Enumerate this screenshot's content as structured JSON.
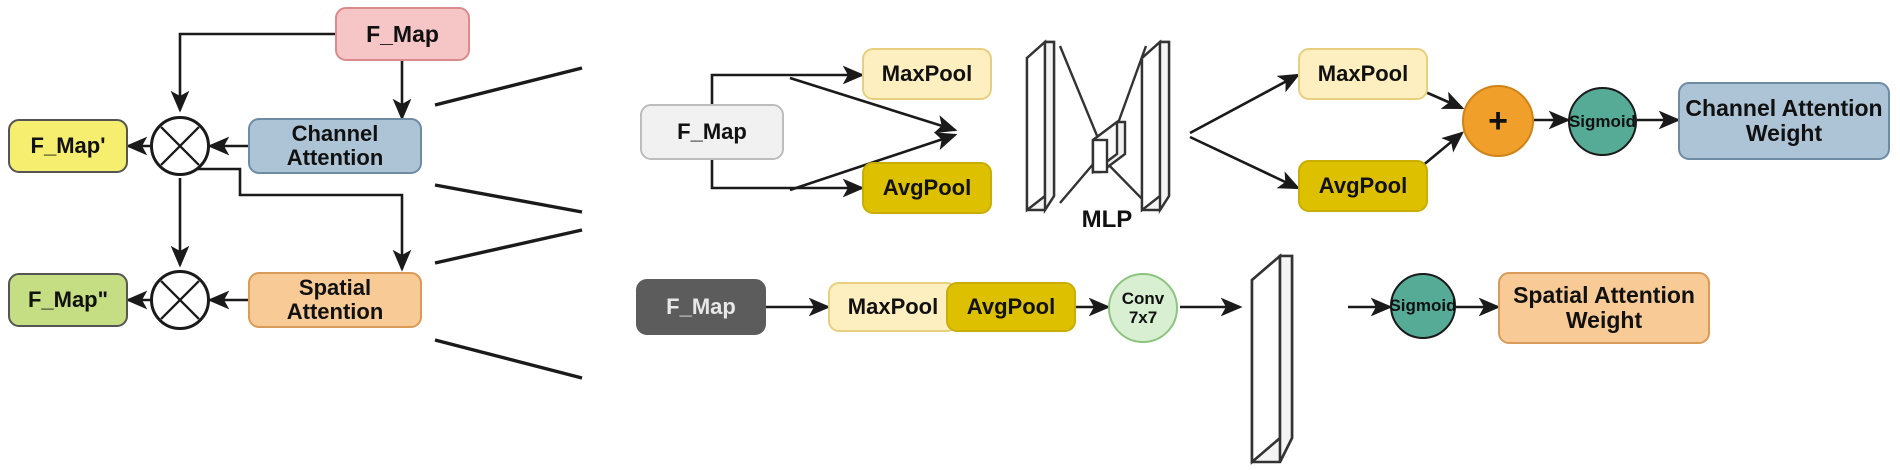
{
  "diagram": {
    "title": "CBAM Attention Module Architecture",
    "overview": {
      "fmap_in": "F_Map",
      "channel_attention": "Channel\nAttention",
      "fmap_prime": "F_Map'",
      "spatial_attention": "Spatial\nAttention",
      "fmap_double_prime": "F_Map\"",
      "multiply_symbol_1": "multiply-operator",
      "multiply_symbol_2": "multiply-operator"
    },
    "channel_branch": {
      "fmap": "F_Map",
      "maxpool_in": "MaxPool",
      "avgpool_in": "AvgPool",
      "mlp_label": "MLP",
      "maxpool_out": "MaxPool",
      "avgpool_out": "AvgPool",
      "sum_symbol": "+",
      "sigmoid": "Sigmoid",
      "output": "Channel Attention\nWeight"
    },
    "spatial_branch": {
      "fmap": "F_Map",
      "maxpool": "MaxPool",
      "avgpool": "AvgPool",
      "conv_line1": "Conv",
      "conv_line2": "7x7",
      "sigmoid": "Sigmoid",
      "output": "Spatial Attention\nWeight"
    },
    "colors": {
      "fmap_pink_fill": "#f6c5c6",
      "fmap_pink_border": "#d98b8d",
      "channel_blue_fill": "#adc3d6",
      "channel_blue_border": "#6f8ba3",
      "fmap_prime_yellow_fill": "#f5ee6e",
      "fmap_prime_yellow_border": "#555555",
      "spatial_orange_fill": "#f8ca96",
      "spatial_orange_border": "#d89b58",
      "fmap_dprime_green_fill": "#c5de83",
      "fmap_dprime_green_border": "#555555",
      "fmap_white_fill": "#f1f1f1",
      "fmap_white_border": "#bdbdbd",
      "fmap_gray_fill": "#5c5c5c",
      "fmap_gray_text": "#e8e8e8",
      "maxpool_light_fill": "#fdefbf",
      "maxpool_light_border": "#e8cf80",
      "avgpool_dark_fill": "#ddc000",
      "avgpool_dark_border": "#c9ae00",
      "plus_orange_fill": "#f0a02a",
      "plus_orange_border": "#cf8318",
      "sigmoid_teal_fill": "#56ab96",
      "sigmoid_teal_border": "#1a1a1a",
      "conv_green_fill": "#d9efd2",
      "conv_green_border": "#8cc47f",
      "plane_fill": "#f4f4f4",
      "plane_border": "#333333",
      "wire": "#1a1a1a"
    }
  }
}
